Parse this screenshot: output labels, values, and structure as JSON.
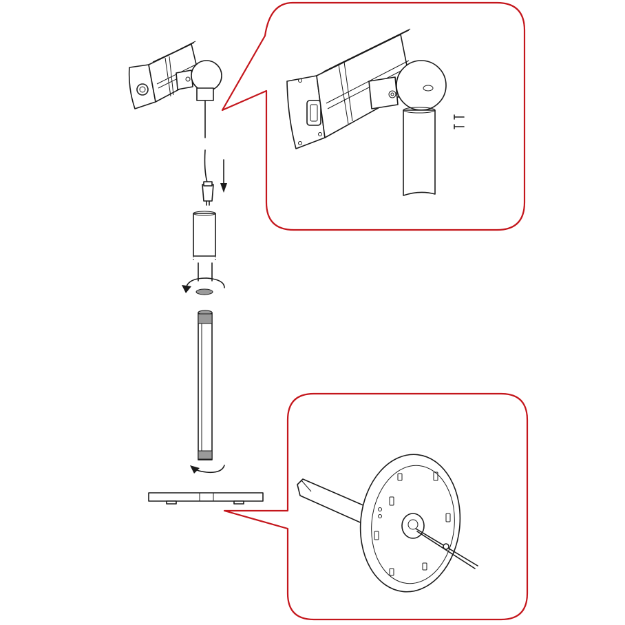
{
  "diagram": {
    "type": "assembly-instructions",
    "callout_color": "#c4161c",
    "line_color": "#1a1a1a",
    "steps": [
      {
        "name": "insert-cable-through-pole"
      },
      {
        "name": "screw-pole-sections-together"
      },
      {
        "name": "screw-pole-into-base"
      },
      {
        "name": "fix-heater-with-screws"
      },
      {
        "name": "secure-base-nut"
      }
    ],
    "icons": [
      "down-arrow-icon",
      "rotate-arrow-icon",
      "screw-icon",
      "wrench-icon"
    ]
  }
}
